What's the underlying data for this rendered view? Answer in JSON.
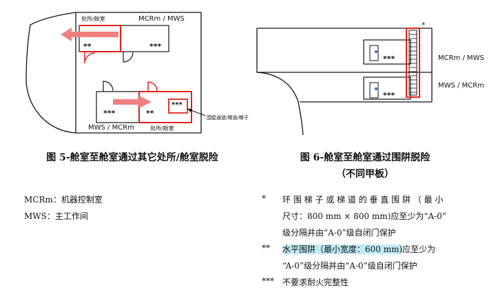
{
  "figure5": {
    "top_room_label": "处所/舱室",
    "top_room_name": "MCRm / MWS",
    "top_left_stars": "**",
    "top_right_stars": "***",
    "bottom_left_stars": "***",
    "bottom_right_stars": "**",
    "bottom_box_stars": "***",
    "bottom_room_name": "MWS / MCRm",
    "bottom_room_label": "处所/舱室",
    "callout_label": "围壁通道/梯道/梯子",
    "caption": "图 5-舱室至舱室通过其它处所/舱室脱险"
  },
  "figure6": {
    "asterisk": "*",
    "upper_stars": "***",
    "lower_stars": "***",
    "upper_label": "MCRm / MWS",
    "lower_label": "MWS / MCRm",
    "caption_line1": "图 6-舱室至舱室通过围阱脱险",
    "caption_line2": "（不同甲板）"
  },
  "legend": {
    "items": [
      "MCRm：机器控制室",
      "MWS：主工作间"
    ]
  },
  "notes": [
    {
      "marker": "*",
      "lines": [
        "环 围 梯 子 或 梯 道 的 垂 直 围 阱 （ 最 小",
        "尺寸：800 mm × 800 mm)应至少为“A-0”",
        "级分隔并由“A-0”级自闭门保护"
      ]
    },
    {
      "marker": "**",
      "highlight": "水平围阱（最小宽度：600 mm)",
      "rest": "应至少为",
      "lines": [
        "“A-0”级分隔并由“A-0”级自闭门保护"
      ]
    },
    {
      "marker": "***",
      "lines": [
        "不要求耐火完整性"
      ]
    }
  ],
  "colors": {
    "escape_red": "#e02020",
    "arrow_pink": "#f08080",
    "door_blue": "#3a5fb0"
  }
}
